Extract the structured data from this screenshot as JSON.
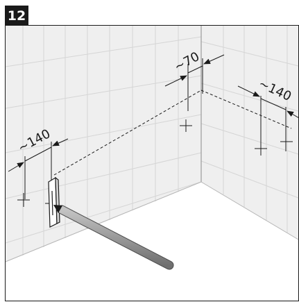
{
  "step": {
    "number": "12"
  },
  "dimensions": {
    "left_spacing": "~140",
    "corner_offset": "~70",
    "right_spacing": "~140"
  },
  "colors": {
    "step_badge": "#1a1a1a",
    "tile_grout": "#cfcfcf",
    "floor": "#ffffff",
    "line": "#1a1a1a",
    "pencil": "#9a9a9a"
  }
}
